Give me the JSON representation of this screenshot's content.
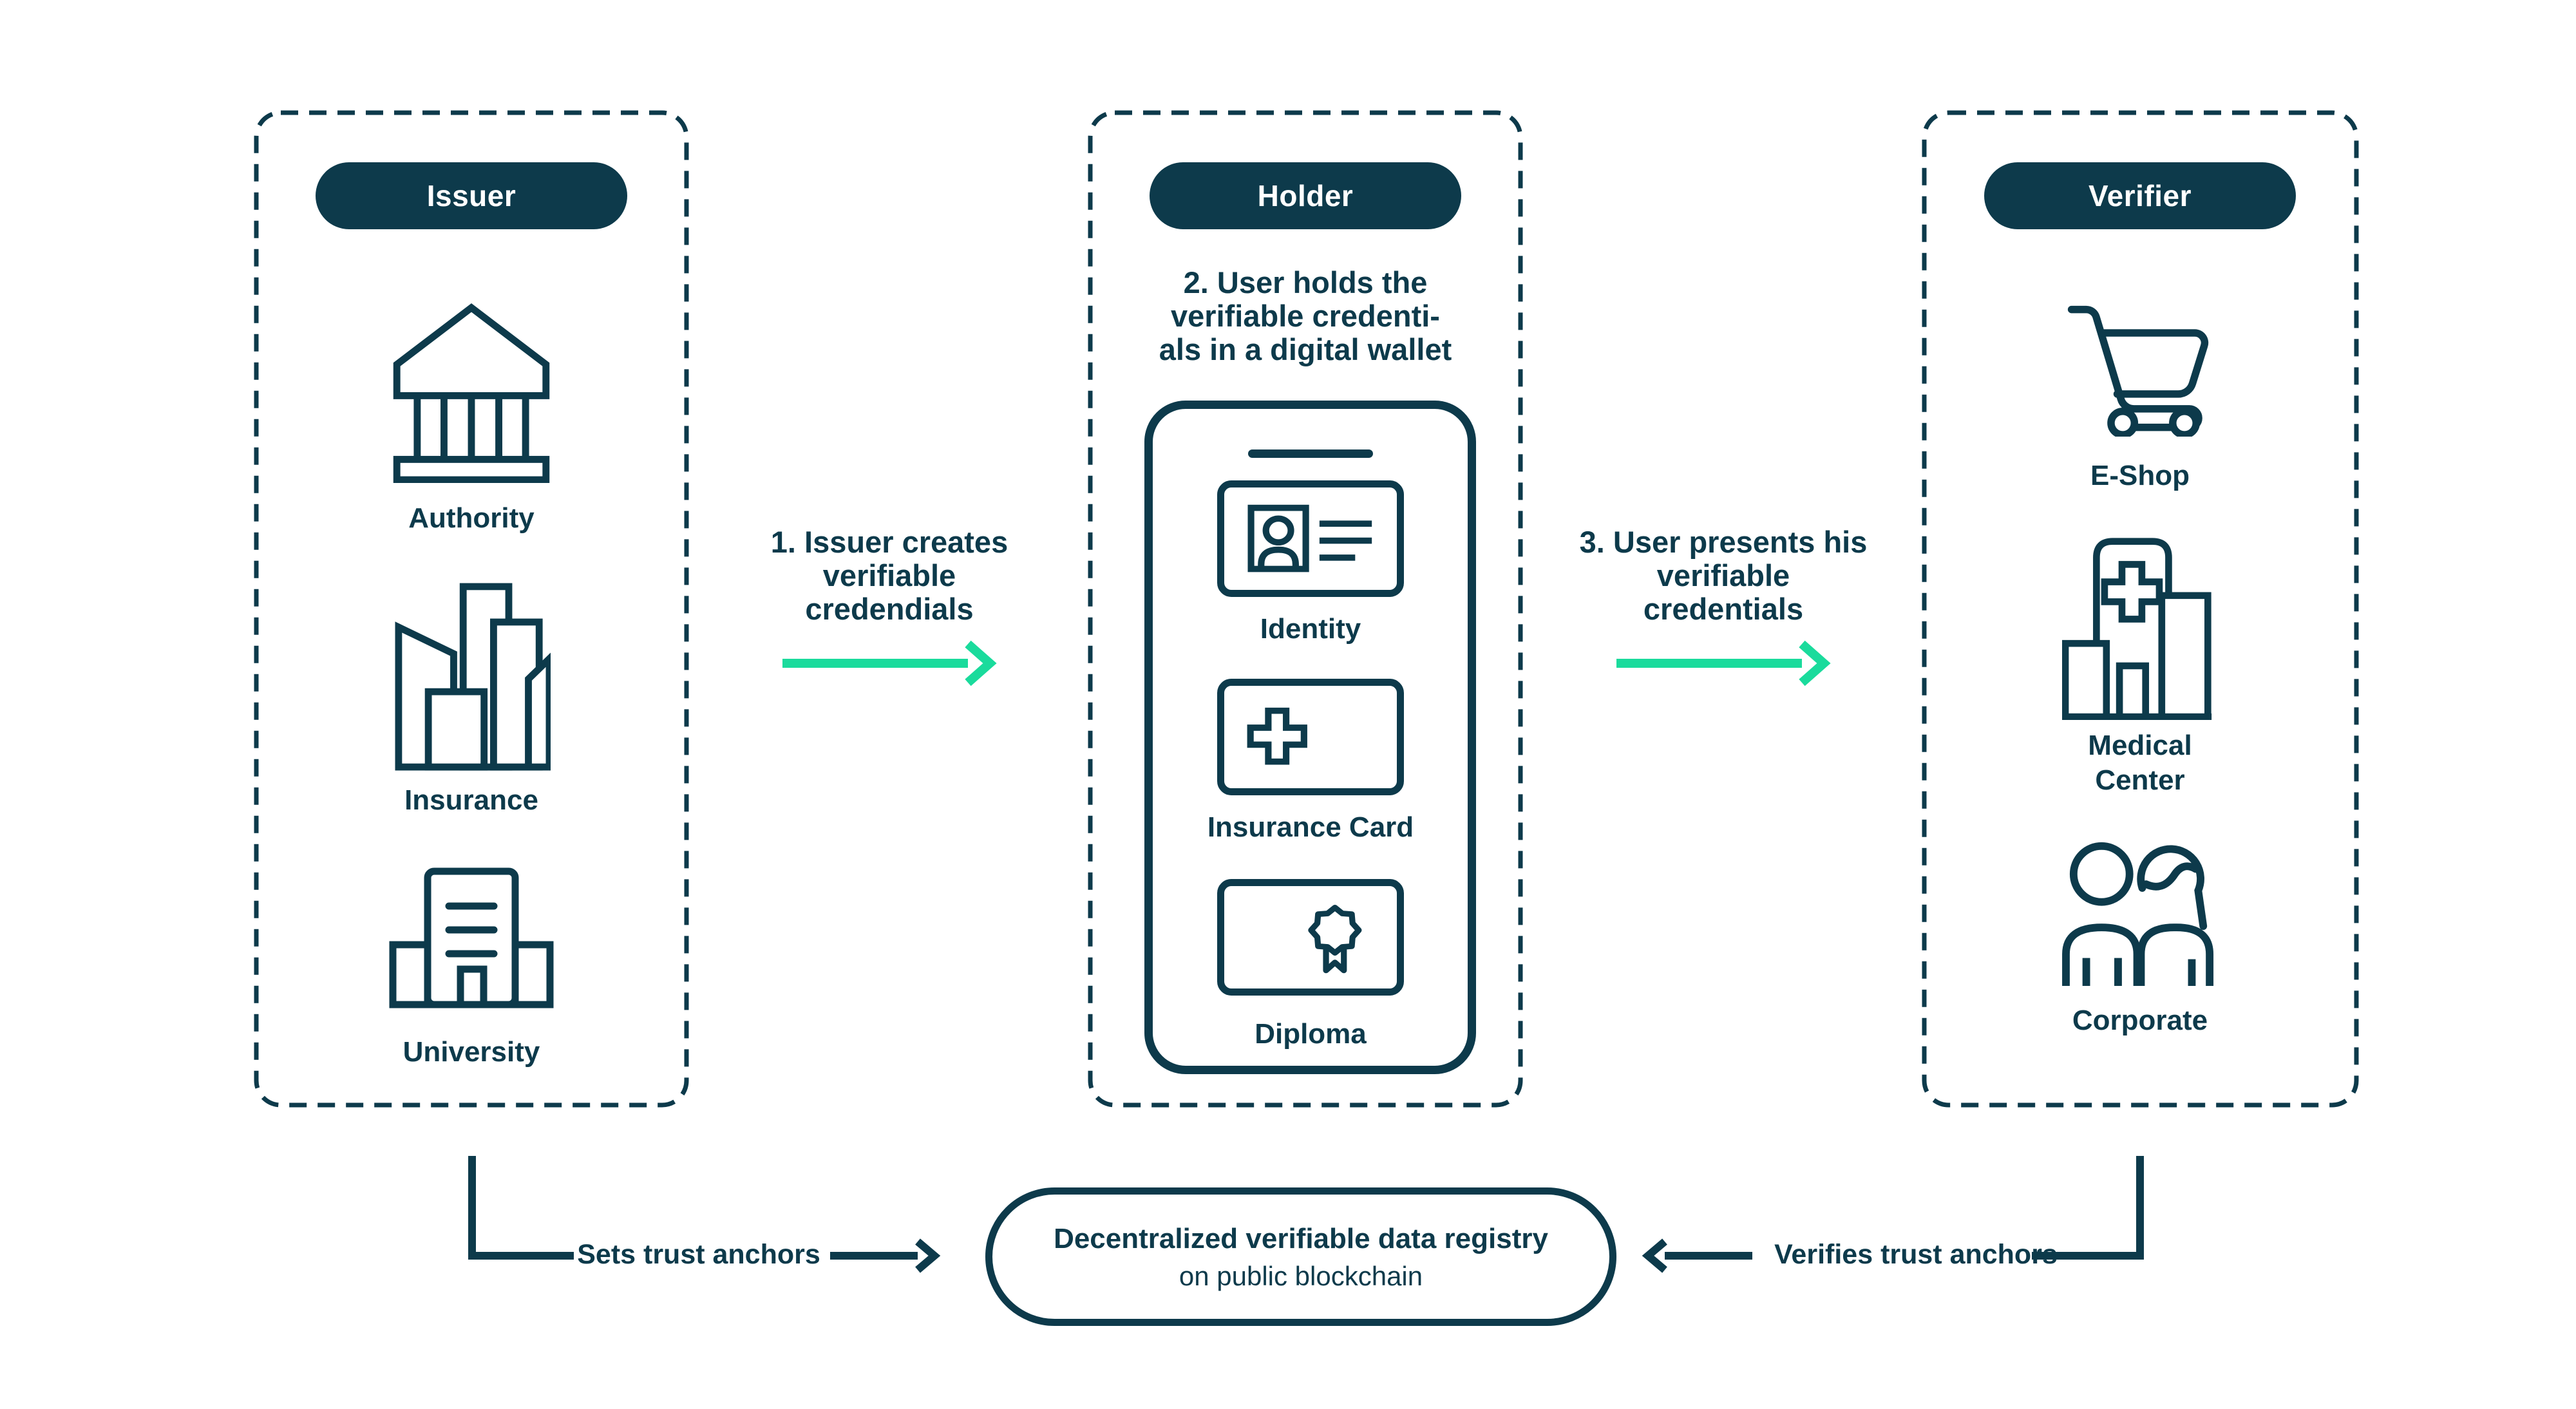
{
  "colors": {
    "navy": "#0d3a4b",
    "green": "#1adb9c",
    "background": "#ffffff",
    "pill_text": "#ffffff"
  },
  "issuer": {
    "title": "Issuer",
    "items": [
      {
        "label": "Authority",
        "icon": "bank-icon"
      },
      {
        "label": "Insurance",
        "icon": "city-buildings-icon"
      },
      {
        "label": "University",
        "icon": "university-building-icon"
      }
    ]
  },
  "holder": {
    "title": "Holder",
    "note_lines": [
      "2. User holds the",
      "verifiable credenti-",
      "als in a digital wallet"
    ],
    "cards": [
      {
        "label": "Identity",
        "icon": "id-card-icon"
      },
      {
        "label": "Insurance Card",
        "icon": "medical-cross-icon"
      },
      {
        "label": "Diploma",
        "icon": "rosette-seal-icon"
      }
    ]
  },
  "verifier": {
    "title": "Verifier",
    "items": [
      {
        "label": "E-Shop",
        "icon": "shopping-cart-icon"
      },
      {
        "label": "Medical Center",
        "icon": "hospital-icon"
      },
      {
        "label": "Corporate",
        "icon": "people-icon"
      }
    ]
  },
  "arrows": {
    "step1_lines": [
      "1. Issuer creates",
      "verifiable",
      "credendials"
    ],
    "step3_lines": [
      "3. User presents his",
      "verifiable",
      "credentials"
    ],
    "sets_trust": "Sets trust anchors",
    "verifies_trust": "Verifies trust anchors"
  },
  "registry": {
    "line1": "Decentralized verifiable data registry",
    "line2": "on public blockchain"
  }
}
